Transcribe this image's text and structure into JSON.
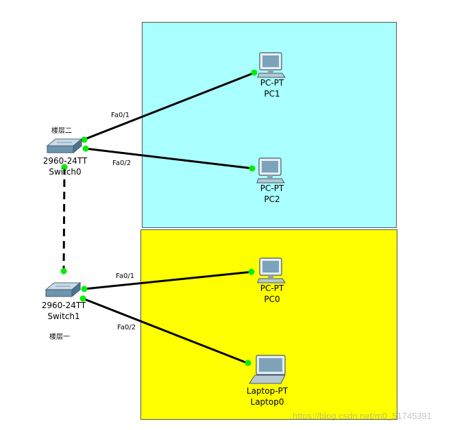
{
  "regions": [
    {
      "name": "region-upper",
      "color": "#aaffff"
    },
    {
      "name": "region-lower",
      "color": "#ffff00"
    }
  ],
  "switches": {
    "switch0": {
      "model": "2960-24TT",
      "name": "Switch0",
      "floor": "楼层二"
    },
    "switch1": {
      "model": "2960-24TT",
      "name": "Switch1",
      "floor": "楼层一"
    }
  },
  "devices": {
    "pc1": {
      "model": "PC-PT",
      "name": "PC1"
    },
    "pc2": {
      "model": "PC-PT",
      "name": "PC2"
    },
    "pc0": {
      "model": "PC-PT",
      "name": "PC0"
    },
    "laptop0": {
      "model": "Laptop-PT",
      "name": "Laptop0"
    }
  },
  "ports": {
    "s0_pc1": "Fa0/1",
    "s0_pc2": "Fa0/2",
    "s1_pc0": "Fa0/1",
    "s1_laptop0": "Fa0/2"
  },
  "link_dot_color": "#00ee00",
  "watermark": "https://blog.csdn.net/m0_51745391"
}
